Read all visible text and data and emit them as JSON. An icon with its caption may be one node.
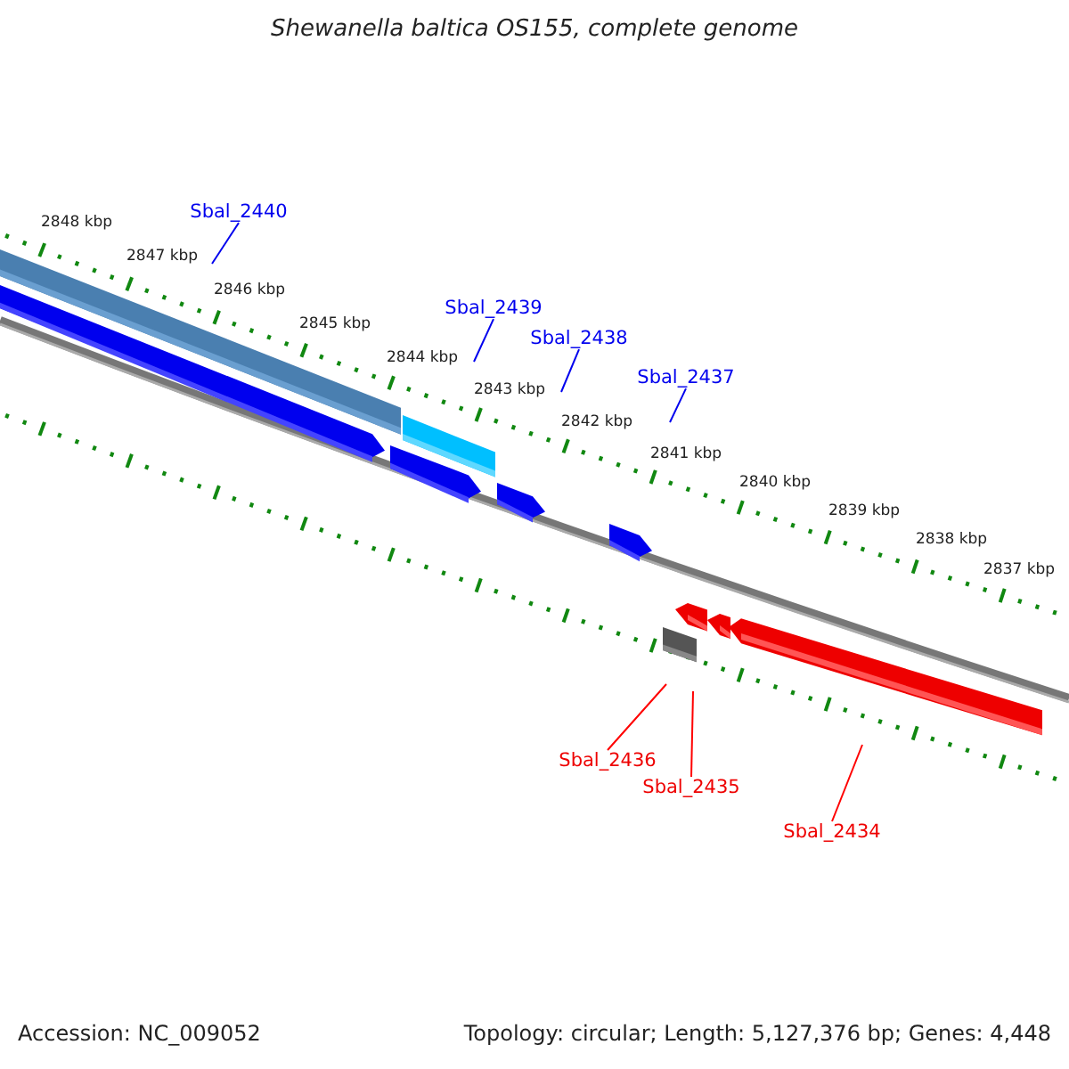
{
  "diagram": {
    "title": "Shewanella baltica OS155, complete genome",
    "nodes": [
      {
        "text": [
          "Sbal_2440"
        ]
      },
      {
        "text": [
          "Sbal_2439"
        ]
      },
      {
        "text": [
          "Sbal_2438"
        ]
      },
      {
        "text": [
          "Sbal_2437"
        ]
      },
      {
        "text": [
          "Sbal_2436"
        ]
      },
      {
        "text": [
          "Sbal_2435"
        ]
      },
      {
        "text": [
          "Sbal_2434"
        ]
      }
    ],
    "edges": [
      {
        "from": 0,
        "to": null,
        "arrow": "none"
      },
      {
        "from": 1,
        "to": null,
        "arrow": "none"
      },
      {
        "from": 2,
        "to": null,
        "arrow": "none"
      },
      {
        "from": 3,
        "to": null,
        "arrow": "none"
      },
      {
        "from": 4,
        "to": null,
        "arrow": "none",
        "color": "#ff0000"
      },
      {
        "from": 5,
        "to": null,
        "arrow": "none",
        "color": "#ff0000"
      },
      {
        "from": 6,
        "to": null,
        "arrow": "none",
        "color": "#ff0000"
      }
    ],
    "labels": [
      "2848 kbp",
      "2847 kbp",
      "2846 kbp",
      "2845 kbp",
      "2844 kbp",
      "2843 kbp",
      "2842 kbp",
      "2841 kbp",
      "2840 kbp",
      "2839 kbp",
      "2838 kbp",
      "2837 kbp",
      "Accession: NC_009052",
      "Topology: circular; Length: 5,127,376 bp; Genes: 4,448"
    ]
  }
}
